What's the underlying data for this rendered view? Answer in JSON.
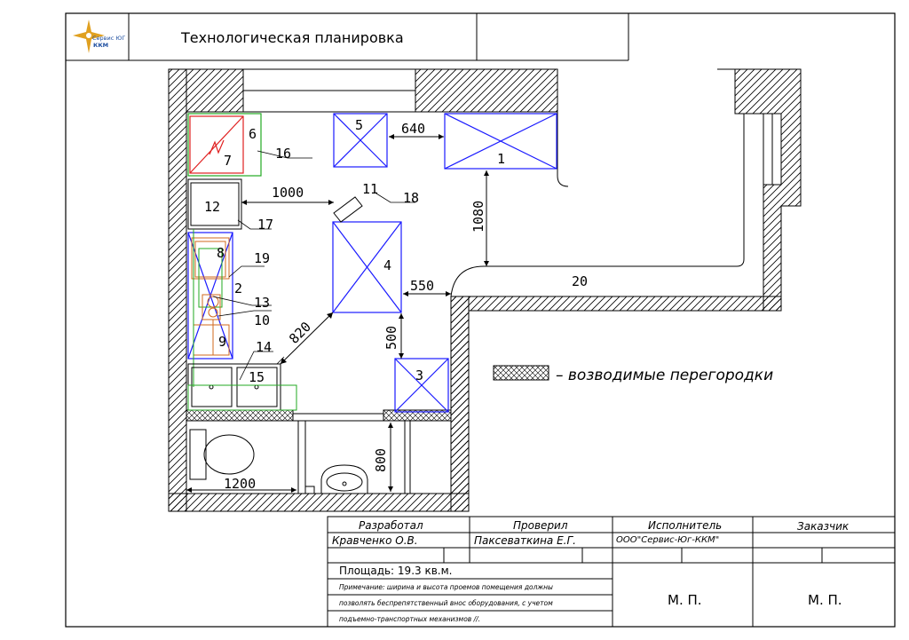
{
  "header": {
    "logo_line1": "Сервис ЮГ",
    "logo_line2": "ККМ",
    "title": "Технологическая планировка"
  },
  "plan": {
    "item_numbers": [
      "1",
      "2",
      "3",
      "4",
      "5",
      "6",
      "7",
      "8",
      "9",
      "10",
      "11",
      "12",
      "13",
      "14",
      "15",
      "16",
      "17",
      "18",
      "19",
      "20"
    ],
    "dimensions": {
      "d640": "640",
      "d1000": "1000",
      "d1080": "1080",
      "d550": "550",
      "d820": "820",
      "d500": "500",
      "d800": "800",
      "d1200": "1200"
    },
    "legend_label": "– возводимые перегородки"
  },
  "stamp": {
    "developed_header": "Разработал",
    "checked_header": "Проверил",
    "executor_header": "Исполнитель",
    "customer_header": "Заказчик",
    "developed_name": "Кравченко О.В.",
    "checked_name": "Паксеваткина Е.Г.",
    "executor_name": "ООО\"Сервис-Юг-ККМ\"",
    "area": "Площадь: 19.3 кв.м.",
    "note_line1": "Примечание: ширина и высота проемов помещения должны",
    "note_line2": "позволять беспрепятственный внос оборудования, с учетом",
    "note_line3": "подъемно-транспортных механизмов //.",
    "seal1": "М. П.",
    "seal2": "М. П."
  },
  "colors": {
    "equipment_blue": "#1a1aff",
    "equipment_red": "#e02020",
    "equipment_green": "#22aa22",
    "equipment_orange": "#d2691e",
    "logo_gold": "#e0a020",
    "logo_blue": "#1e4fa0"
  }
}
